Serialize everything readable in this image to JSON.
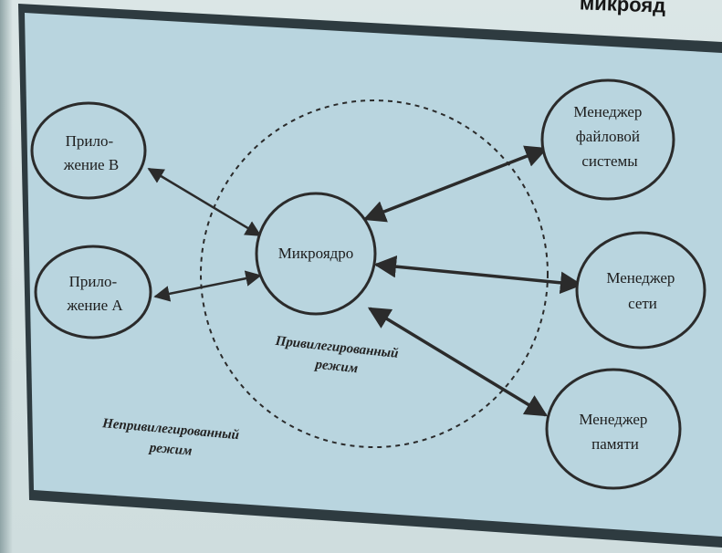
{
  "header": {
    "title_fragment": "микрояд"
  },
  "diagram": {
    "center": {
      "label": "Микроядро"
    },
    "applications": [
      {
        "lines": [
          "Прило-",
          "жение В"
        ]
      },
      {
        "lines": [
          "Прило-",
          "жение А"
        ]
      }
    ],
    "managers": [
      {
        "lines": [
          "Менеджер",
          "файловой",
          "системы"
        ]
      },
      {
        "lines": [
          "Менеджер",
          "сети"
        ]
      },
      {
        "lines": [
          "Менеджер",
          "памяти"
        ]
      }
    ],
    "privileged_mode": [
      "Привилегированный",
      "режим"
    ],
    "unprivileged_mode": [
      "Непривилегированный",
      "режим"
    ]
  },
  "colors": {
    "slide_background": "#d2e0e1",
    "panel_background": "#b9d5df",
    "ink": "#2b2b2b"
  }
}
